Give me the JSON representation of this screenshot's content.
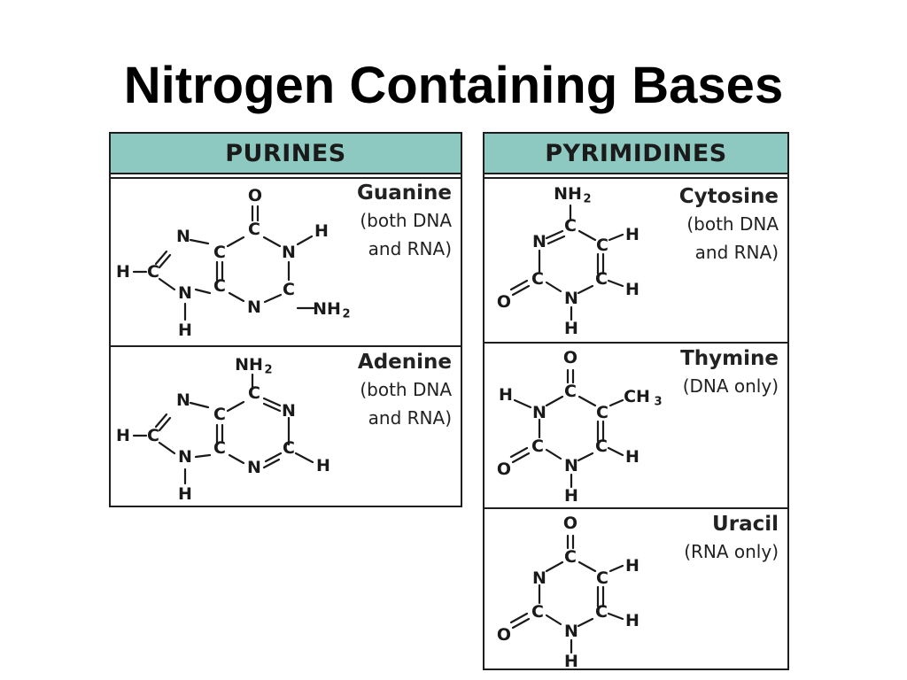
{
  "title": "Nitrogen Containing Bases",
  "purines": {
    "header": "PURINES",
    "bases": [
      {
        "name": "Guanine",
        "desc": "(both DNA\nand RNA)"
      },
      {
        "name": "Adenine",
        "desc": "(both DNA\nand RNA)"
      }
    ]
  },
  "pyrimidines": {
    "header": "PYRIMIDINES",
    "bases": [
      {
        "name": "Cytosine",
        "desc": "(both DNA\nand RNA)"
      },
      {
        "name": "Thymine",
        "desc": "(DNA only)"
      },
      {
        "name": "Uracil",
        "desc": "(RNA only)"
      }
    ]
  },
  "atoms": {
    "C": "C",
    "N": "N",
    "O": "O",
    "H": "H",
    "NH2": "NH",
    "CH3": "CH",
    "sub2": "2",
    "sub3": "3"
  },
  "colors": {
    "header_fill": "#8ec9c1",
    "border": "#1e1e1e"
  }
}
